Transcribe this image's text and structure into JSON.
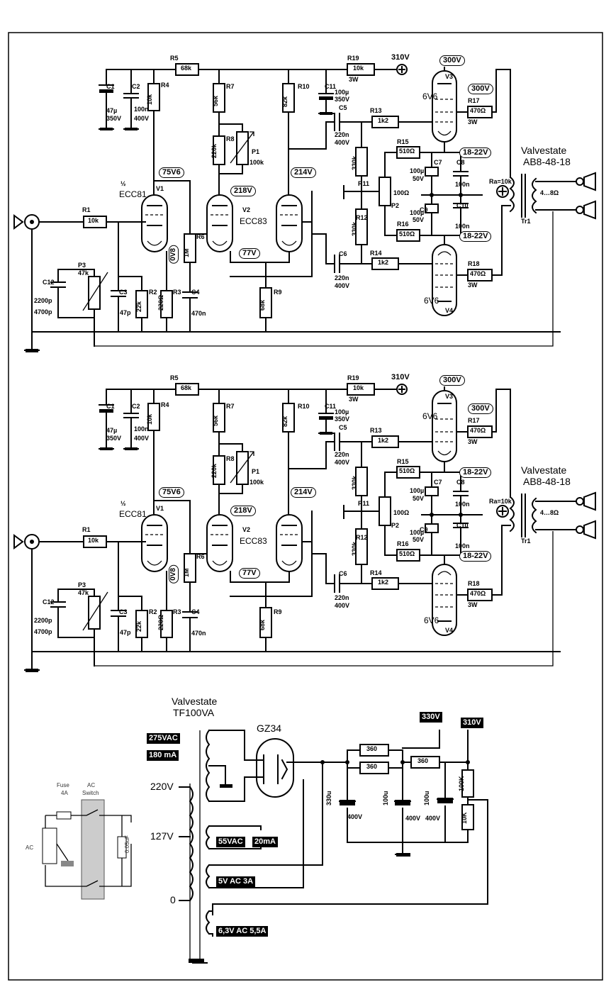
{
  "amp": {
    "r1": "R1",
    "r1v": "10k",
    "r2": "R2",
    "r2v": "22k",
    "r3": "R3",
    "r3v": "220Ω",
    "r4": "R4",
    "r4v": "10k",
    "r5": "R5",
    "r5v": "68k",
    "r6": "R6",
    "r6v": "1M",
    "r7": "R7",
    "r7v": "56k",
    "r8": "R8",
    "r8v": "220k",
    "r9": "R9",
    "r9v": "68k",
    "r10": "R10",
    "r10v": "82k",
    "r11": "R11",
    "r11v": "330k",
    "r12": "R12",
    "r12v": "330k",
    "r13": "R13",
    "r13v": "1k2",
    "r14": "R14",
    "r14v": "1k2",
    "r15": "R15",
    "r15v": "510Ω",
    "r16": "R16",
    "r16v": "510Ω",
    "r17": "R17",
    "r17v": "470Ω",
    "r17p": "3W",
    "r18": "R18",
    "r18v": "470Ω",
    "r18p": "3W",
    "r19": "R19",
    "r19v": "10k",
    "r19p": "3W",
    "c1": "C1",
    "c1v1": "47µ",
    "c1v2": "350V",
    "c2": "C2",
    "c2v1": "100n",
    "c2v2": "400V",
    "c3": "C3",
    "c3v": "47p",
    "c4": "C4",
    "c4v": "470n",
    "c5": "C5",
    "c5v1": "220n",
    "c5v2": "400V",
    "c6": "C6",
    "c6v1": "220n",
    "c6v2": "400V",
    "c7": "C7",
    "c7v1": "100µ",
    "c7v2": "50V",
    "c8": "C8",
    "c8v": "100n",
    "c9": "C9",
    "c9v1": "100µ",
    "c9v2": "50V",
    "c10": "C10",
    "c10v": "100n",
    "c11": "C11",
    "c11v1": "100µ",
    "c11v2": "350V",
    "c12": "C12",
    "c12v1": "2200p",
    "c12v2": "4700p",
    "p1": "P1",
    "p1v": "100k",
    "p2": "P2",
    "p2v": "100Ω",
    "p3": "P3",
    "p3v": "47k",
    "v1": "V1",
    "v2": "V2",
    "v3": "V3",
    "v4": "V4",
    "half": "½",
    "ecc81": "ECC81",
    "ecc83": "ECC83",
    "tube_6v6": "6V6",
    "volt_310": "310V",
    "volt_300a": "300V",
    "volt_300b": "300V",
    "volt_75": "75V6",
    "volt_218": "218V",
    "volt_214": "214V",
    "volt_77": "77V",
    "volt_0v8": "0V8",
    "volt_bias1": "18-22V",
    "volt_bias2": "18-22V",
    "tr_name": "Valvestate",
    "tr_model": "AB8-48-18",
    "ra": "Ra=10k",
    "imp": "4…8Ω",
    "tr1": "Tr1"
  },
  "psu": {
    "tr_name": "Valvestate",
    "tr_model": "TF100VA",
    "rectifier": "GZ34",
    "badge_275": "275VAC",
    "badge_180": "180 mA",
    "badge_55": "55VAC",
    "badge_20": "20mA",
    "badge_330": "330V",
    "badge_310": "310V",
    "tap_220": "220V",
    "tap_127": "127V",
    "tap_0": "0",
    "heater_5v": "5V AC 3A",
    "heater_6v": "6,3V AC 5,5A",
    "r_360a": "360",
    "r_360b": "360",
    "r_360c": "360",
    "r_100k": "100K",
    "r_10k": "10K",
    "cap_330": "330u",
    "cap_330v": "400V",
    "cap_100a": "100u",
    "cap_100av": "400V",
    "cap_100b": "100u",
    "cap_100bv": "400V",
    "fuse": "Fuse",
    "fuse_v": "4A",
    "switch1": "AC",
    "switch2": "Switch",
    "ac": "AC",
    "cap_x": "0.05uF"
  }
}
